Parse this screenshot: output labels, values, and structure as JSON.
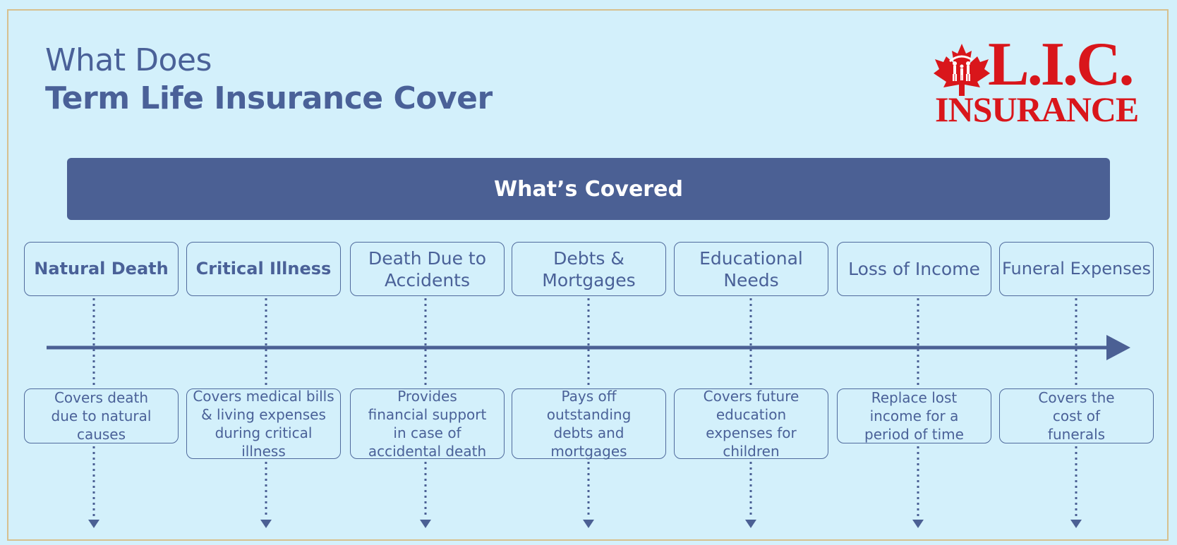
{
  "title": {
    "line1": "What Does",
    "line2": "Term Life Insurance Cover"
  },
  "logo": {
    "brand_text": "L.I.C.",
    "sub_text": "INSURANCE",
    "color": "#d9161b"
  },
  "banner": {
    "label": "What’s Covered",
    "color": "#4b6094"
  },
  "colors": {
    "background": "#d3f0fb",
    "text": "#4a6198",
    "line": "#4b6094",
    "border_frame": "#d7c08e"
  },
  "items": [
    {
      "heading": "Natural Death",
      "description": "Covers death due to natural causes"
    },
    {
      "heading": "Critical Illness",
      "description": "Covers medical bills & living expenses during critical illness"
    },
    {
      "heading": "Death Due to Accidents",
      "description": "Provides financial support in case of accidental death"
    },
    {
      "heading": "Debts & Mortgages",
      "description": "Pays off outstanding debts and mortgages"
    },
    {
      "heading": "Educational Needs",
      "description": "Covers future education expenses for children"
    },
    {
      "heading": "Loss of Income",
      "description": "Replace lost income for a period of time"
    },
    {
      "heading": "Funeral Expenses",
      "description": "Covers the cost of funerals"
    }
  ]
}
